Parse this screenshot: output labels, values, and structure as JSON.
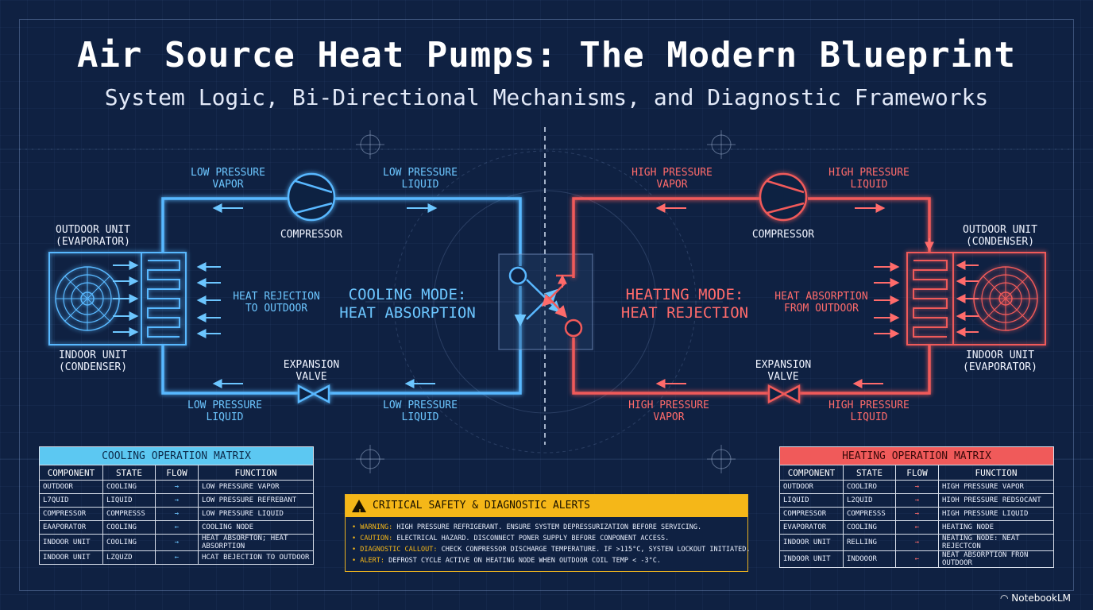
{
  "title": "Air Source Heat Pumps: The Modern Blueprint",
  "subtitle": "System Logic, Bi-Directional Mechanisms, and Diagnostic Frameworks",
  "colors": {
    "cooling": "#5cc8f2",
    "heating": "#f05a5a",
    "alert": "#f5b718",
    "background": "#0f2142"
  },
  "cooling": {
    "mode_line1": "COOLING MODE:",
    "mode_line2": "HEAT ABSORPTION",
    "top_left_1": "LOW PRESSURE",
    "top_left_2": "VAPOR",
    "top_right_1": "LOW PRESSURE",
    "top_right_2": "LIQUID",
    "compressor": "COMPRESSOR",
    "outdoor_1": "OUTDOOR UNIT",
    "outdoor_2": "(EVAPORATOR)",
    "indoor_1": "INDOOR UNIT",
    "indoor_2": "(CONDENSER)",
    "heat_1": "HEAT REJECTION",
    "heat_2": "TO OUTDOOR",
    "valve_1": "EXPANSION",
    "valve_2": "VALVE",
    "bottom_left_1": "LOW PRESSURE",
    "bottom_left_2": "LIQUID",
    "bottom_right_1": "LOW PRESSURE",
    "bottom_right_2": "LIQUID"
  },
  "heating": {
    "mode_line1": "HEATING MODE:",
    "mode_line2": "HEAT REJECTION",
    "top_left_1": "HIGH PRESSURE",
    "top_left_2": "VAPOR",
    "top_right_1": "HIGH PRESSURE",
    "top_right_2": "LIQUID",
    "compressor": "COMPRESSOR",
    "outdoor_1": "OUTDOOR UNIT",
    "outdoor_2": "(CONDENSER)",
    "indoor_1": "INDOOR UNIT",
    "indoor_2": "(EVAPORATOR)",
    "heat_1": "HEAT ABSORPTION",
    "heat_2": "FROM OUTDOOR",
    "valve_1": "EXPANSION",
    "valve_2": "VALVE",
    "bottom_left_1": "HIGH PRESSURE",
    "bottom_left_2": "VAPOR",
    "bottom_right_1": "HIGH PRESSURE",
    "bottom_right_2": "LIQUID"
  },
  "cooling_matrix": {
    "title": "COOLING OPERATION MATRIX",
    "headers": [
      "COMPONENT",
      "STATE",
      "FLOW",
      "FUNCTION"
    ],
    "rows": [
      {
        "component": "OUTDOOR",
        "state": "COOLING",
        "flow": "→",
        "function": "LOW PRESSURE VAPOR"
      },
      {
        "component": "L7QUID",
        "state": "LIQUID",
        "flow": "→",
        "function": "LOW PRESSURE REFREBANT"
      },
      {
        "component": "COMPRESSOR",
        "state": "COMPRESSS",
        "flow": "→",
        "function": "LOW PRESSURE LIQUID"
      },
      {
        "component": "EAAPORATOR",
        "state": "COOLING",
        "flow": "←",
        "function": "COOLING NODE"
      },
      {
        "component": "INDOOR UNIT",
        "state": "COOLING",
        "flow": "→",
        "function": "HEAT ABSORFTON; HEAT ABSORPTION"
      },
      {
        "component": "INDOOR UNIT",
        "state": "LZQUZD",
        "flow": "←",
        "function": "HCAT BEJECTION TO OUTDOOR"
      }
    ]
  },
  "heating_matrix": {
    "title": "HEATING OPERATION MATRIX",
    "headers": [
      "COMPONENT",
      "STATE",
      "FLOW",
      "FUNCTION"
    ],
    "rows": [
      {
        "component": "OUTDOOR",
        "state": "COOLIRO",
        "flow": "→",
        "function": "HIGH PRESSURE VAPOR"
      },
      {
        "component": "LIQUID",
        "state": "L2QUID",
        "flow": "→",
        "function": "HIOH PRESSURE REDSOCANT"
      },
      {
        "component": "COMPRESSOR",
        "state": "COMPRESSS",
        "flow": "→",
        "function": "HIGH PRESSURE LIQUID"
      },
      {
        "component": "EVAPORATOR",
        "state": "COOLING",
        "flow": "←",
        "function": "HEATING NODE"
      },
      {
        "component": "INDOOR UNIT",
        "state": "RELLING",
        "flow": "→",
        "function": "NEATING NODE: NEAT REJECTCON"
      },
      {
        "component": "INDOOR UNIT",
        "state": "INDOOOR",
        "flow": "←",
        "function": "NEAT ABSORPTION FRON OUTDOOR"
      }
    ]
  },
  "alerts": {
    "title": "CRITICAL SAFETY & DIAGNOSTIC ALERTS",
    "items": [
      {
        "tag": "WARNING:",
        "text": "HIGH PRESSURE REFRIGERANT. ENSURE SYSTEM DEPRESSURIZATION BEFORE SERVICING."
      },
      {
        "tag": "CAUTION:",
        "text": "ELECTRICAL HAZARD. DISCONNECT PONER SUPPLY BEFORE CONPONENT ACCESS."
      },
      {
        "tag": "DIAGNOSTIC CALLOUT:",
        "text": "CHECK CONPRESSOR DISCHARGE TEMPERATURE. IF >115°C, SYSTEN LOCKOUT INITIATED."
      },
      {
        "tag": "ALERT:",
        "text": "DEFROST CYCLE ACTIVE ON HEATING NODE WHEN OUTDOOR COIL TEMP < -3°C."
      }
    ]
  },
  "brand": "NotebookLM"
}
